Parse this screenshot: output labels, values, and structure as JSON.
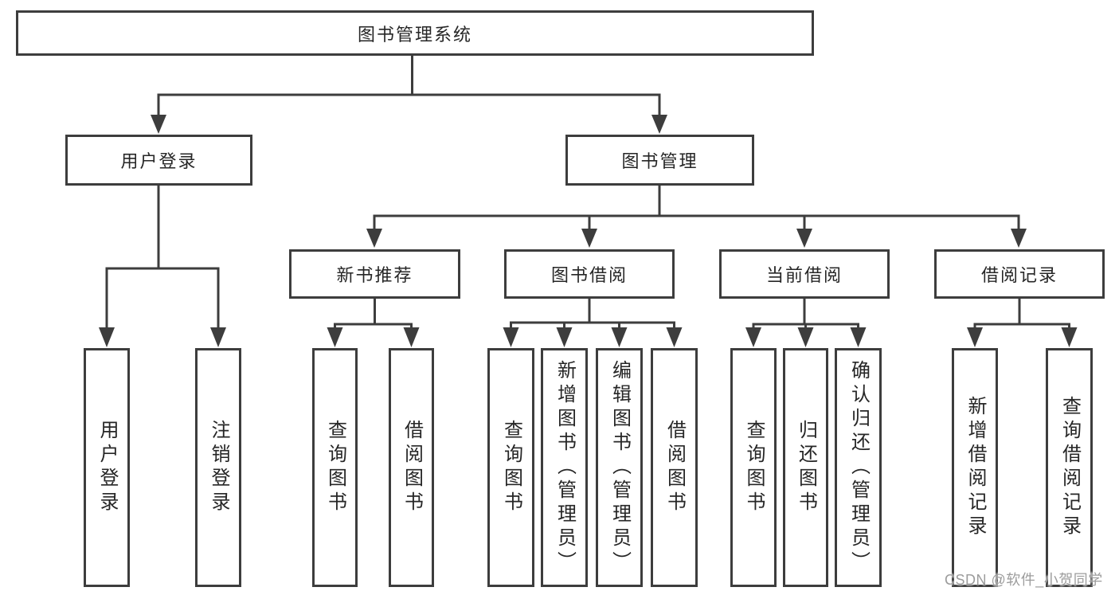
{
  "diagram": {
    "root": {
      "label": "图书管理系统"
    },
    "level2": [
      {
        "label": "用户登录"
      },
      {
        "label": "图书管理"
      }
    ],
    "level3": [
      {
        "label": "新书推荐",
        "parent": "图书管理"
      },
      {
        "label": "图书借阅",
        "parent": "图书管理"
      },
      {
        "label": "当前借阅",
        "parent": "图书管理"
      },
      {
        "label": "借阅记录",
        "parent": "图书管理"
      }
    ],
    "leaves": [
      {
        "label": "用户登录",
        "parent": "用户登录"
      },
      {
        "label": "注销登录",
        "parent": "用户登录"
      },
      {
        "label": "查询图书",
        "parent": "新书推荐"
      },
      {
        "label": "借阅图书",
        "parent": "新书推荐"
      },
      {
        "label": "查询图书",
        "parent": "图书借阅"
      },
      {
        "label": "新增图书（管理员）",
        "parent": "图书借阅"
      },
      {
        "label": "编辑图书（管理员）",
        "parent": "图书借阅"
      },
      {
        "label": "借阅图书",
        "parent": "图书借阅"
      },
      {
        "label": "查询图书",
        "parent": "当前借阅"
      },
      {
        "label": "归还图书",
        "parent": "当前借阅"
      },
      {
        "label": "确认归还（管理员）",
        "parent": "当前借阅"
      },
      {
        "label": "新增借阅记录",
        "parent": "借阅记录"
      },
      {
        "label": "查询借阅记录",
        "parent": "借阅记录"
      }
    ]
  },
  "watermark": {
    "text": "CSDN @软件_小贺同学"
  },
  "colors": {
    "line": "#3d3d3d",
    "border": "#3d3d3d",
    "text": "#262626",
    "background": "#ffffff",
    "watermark": "#9c9c9c"
  }
}
